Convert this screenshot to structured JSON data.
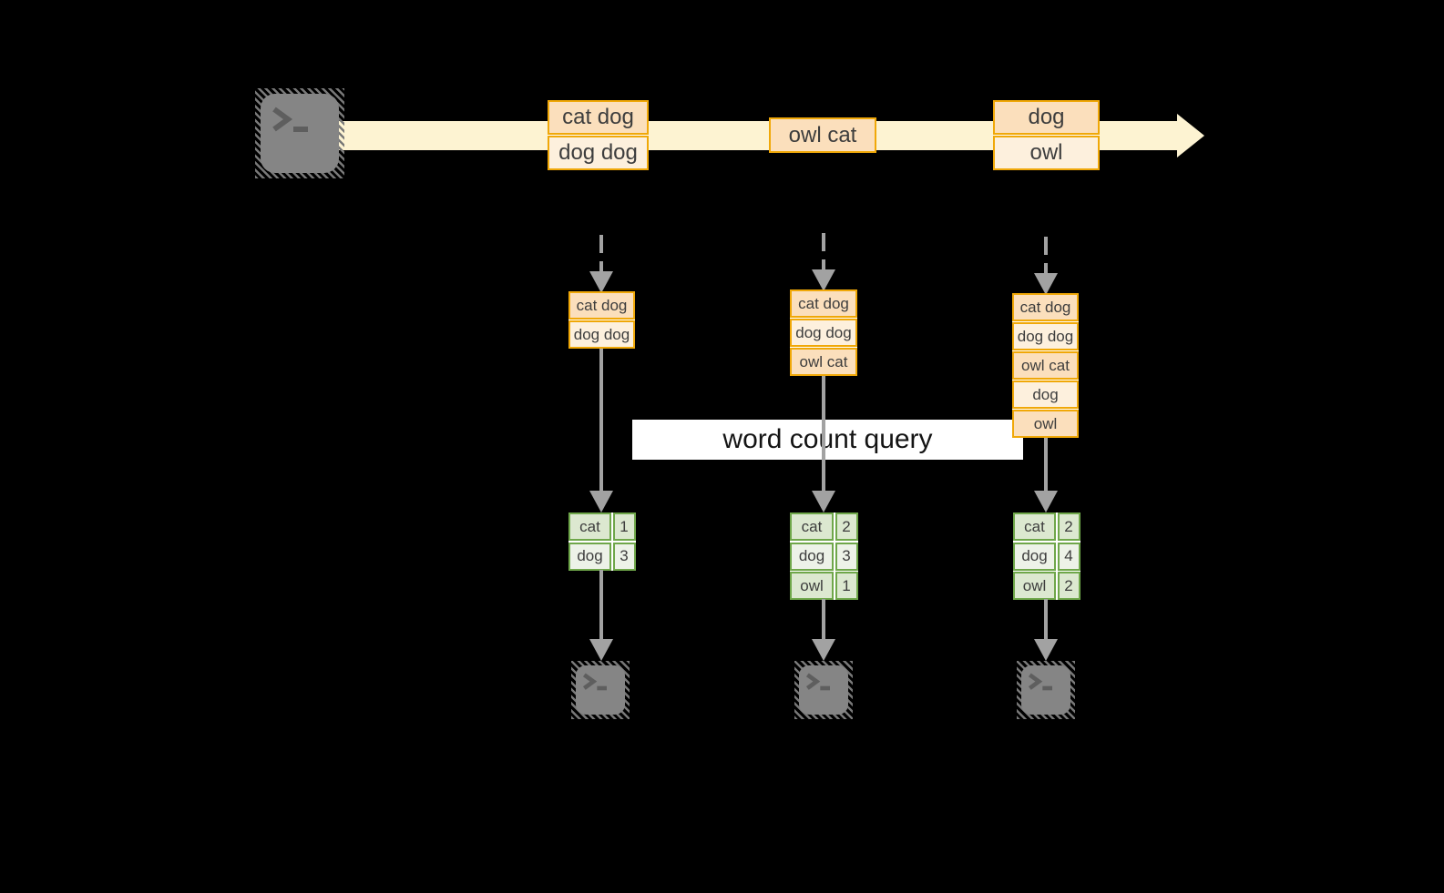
{
  "colors": {
    "background": "#000000",
    "stream_fill": "#fdf3d2",
    "record_border": "#f0a808",
    "record_fill_dark": "#fbdfbc",
    "record_fill_light": "#fdf0dd",
    "table_border": "#6fa74a",
    "table_fill_dark": "#dce8d0",
    "table_fill_light": "#edf2e8",
    "arrow_gray": "#a2a2a2",
    "terminal_gray": "#858585"
  },
  "stream": {
    "source_icon": "terminal-icon",
    "batches": [
      [
        "cat dog",
        "dog dog"
      ],
      [
        "owl cat"
      ],
      [
        "dog",
        "owl"
      ]
    ]
  },
  "query_label": "word count query",
  "columns": [
    {
      "buffer": [
        "cat dog",
        "dog dog"
      ],
      "counts": [
        [
          "cat",
          "1"
        ],
        [
          "dog",
          "3"
        ]
      ],
      "sink_icon": "terminal-icon"
    },
    {
      "buffer": [
        "cat dog",
        "dog dog",
        "owl cat"
      ],
      "counts": [
        [
          "cat",
          "2"
        ],
        [
          "dog",
          "3"
        ],
        [
          "owl",
          "1"
        ]
      ],
      "sink_icon": "terminal-icon"
    },
    {
      "buffer": [
        "cat dog",
        "dog dog",
        "owl cat",
        "dog",
        "owl"
      ],
      "counts": [
        [
          "cat",
          "2"
        ],
        [
          "dog",
          "4"
        ],
        [
          "owl",
          "2"
        ]
      ],
      "sink_icon": "terminal-icon"
    }
  ]
}
